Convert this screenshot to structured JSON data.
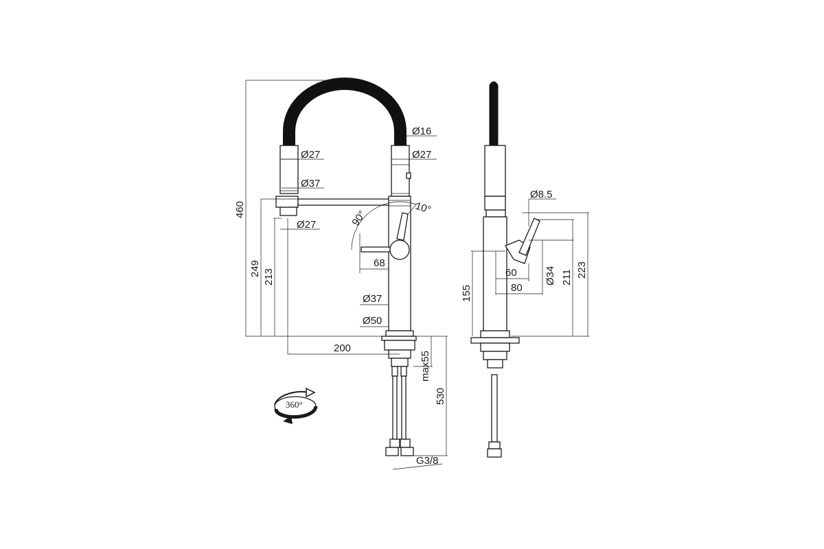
{
  "front_view": {
    "labels": {
      "hose_diameter": "Ø16",
      "hose_sleeve_diameter": "Ø27",
      "spout_sleeve_diameter_top": "Ø27",
      "spout_collar_diameter": "Ø37",
      "spout_sleeve_diameter_bottom": "Ø27",
      "height_total": "460",
      "height_spout_arm": "249",
      "height_spout_outlet": "213",
      "handle_offset": "68",
      "body_diameter": "Ø37",
      "base_diameter": "Ø50",
      "reach": "200",
      "deck_thickness_max": "max55",
      "hose_length": "530",
      "hose_thread": "G3/8",
      "angle_handle": "90°",
      "angle_tilt": "10°"
    },
    "rotation_label": "360°"
  },
  "side_view": {
    "labels": {
      "lever_diameter": "Ø8.5",
      "lever_base_diameter": "Ø34",
      "depth_60": "60",
      "depth_80": "80",
      "height_155": "155",
      "height_211": "211",
      "height_223": "223"
    }
  }
}
